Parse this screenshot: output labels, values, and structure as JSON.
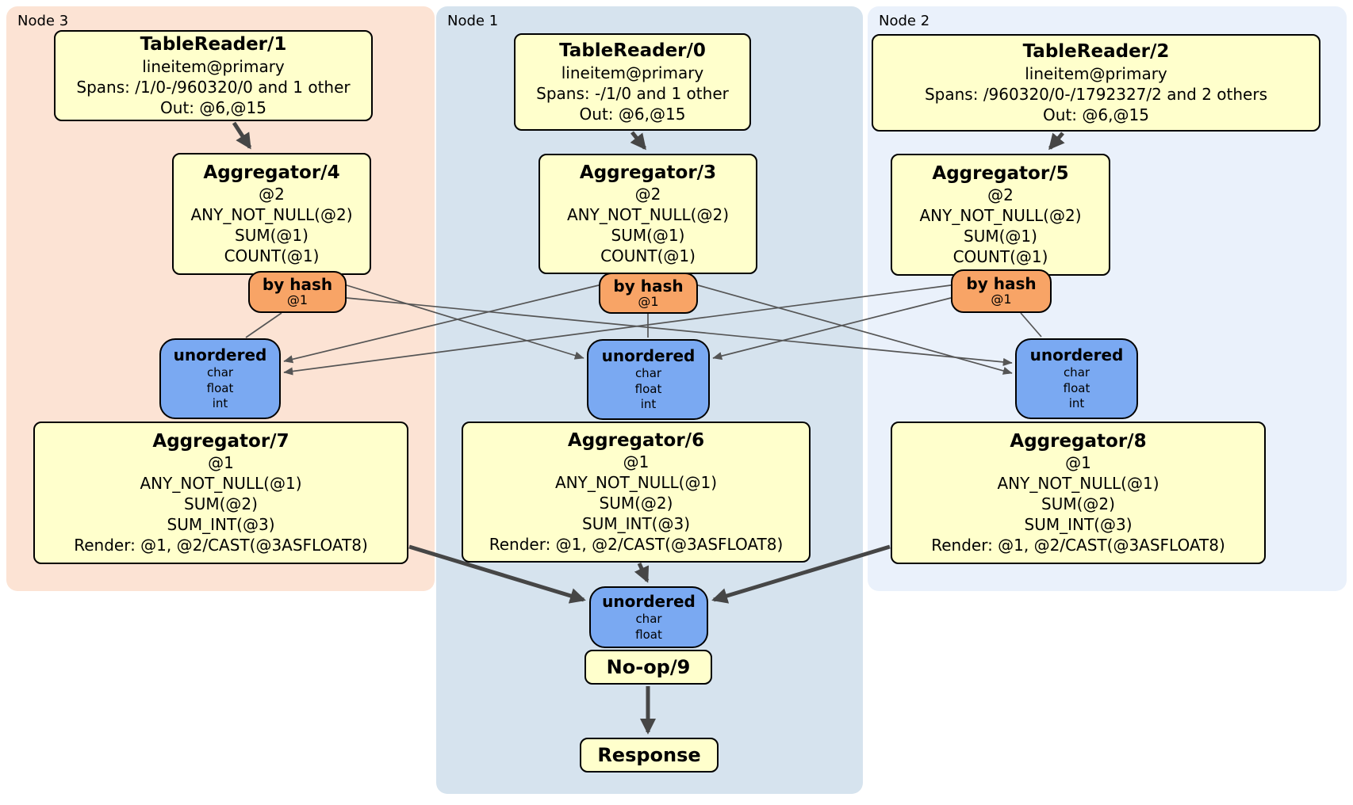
{
  "regions": {
    "node3": {
      "label": "Node 3"
    },
    "node1": {
      "label": "Node 1"
    },
    "node2": {
      "label": "Node 2"
    }
  },
  "boxes": {
    "tr1": {
      "title": "TableReader/1",
      "lines": [
        "lineitem@primary",
        "Spans: /1/0-/960320/0 and 1 other",
        "Out: @6,@15"
      ]
    },
    "agg4": {
      "title": "Aggregator/4",
      "lines": [
        "@2",
        "ANY_NOT_NULL(@2)",
        "SUM(@1)",
        "COUNT(@1)"
      ]
    },
    "byhash4": {
      "title": "by hash",
      "lines": [
        "@1"
      ]
    },
    "unord7": {
      "title": "unordered",
      "lines": [
        "char",
        "float",
        "int"
      ]
    },
    "agg7": {
      "title": "Aggregator/7",
      "lines": [
        "@1",
        "ANY_NOT_NULL(@1)",
        "SUM(@2)",
        "SUM_INT(@3)",
        "Render: @1, @2/CAST(@3ASFLOAT8)"
      ]
    },
    "tr0": {
      "title": "TableReader/0",
      "lines": [
        "lineitem@primary",
        "Spans: -/1/0 and 1 other",
        "Out: @6,@15"
      ]
    },
    "agg3": {
      "title": "Aggregator/3",
      "lines": [
        "@2",
        "ANY_NOT_NULL(@2)",
        "SUM(@1)",
        "COUNT(@1)"
      ]
    },
    "byhash3": {
      "title": "by hash",
      "lines": [
        "@1"
      ]
    },
    "unord6": {
      "title": "unordered",
      "lines": [
        "char",
        "float",
        "int"
      ]
    },
    "agg6": {
      "title": "Aggregator/6",
      "lines": [
        "@1",
        "ANY_NOT_NULL(@1)",
        "SUM(@2)",
        "SUM_INT(@3)",
        "Render: @1, @2/CAST(@3ASFLOAT8)"
      ]
    },
    "tr2": {
      "title": "TableReader/2",
      "lines": [
        "lineitem@primary",
        "Spans: /960320/0-/1792327/2 and 2 others",
        "Out: @6,@15"
      ]
    },
    "agg5": {
      "title": "Aggregator/5",
      "lines": [
        "@2",
        "ANY_NOT_NULL(@2)",
        "SUM(@1)",
        "COUNT(@1)"
      ]
    },
    "byhash5": {
      "title": "by hash",
      "lines": [
        "@1"
      ]
    },
    "unord8": {
      "title": "unordered",
      "lines": [
        "char",
        "float",
        "int"
      ]
    },
    "agg8": {
      "title": "Aggregator/8",
      "lines": [
        "@1",
        "ANY_NOT_NULL(@1)",
        "SUM(@2)",
        "SUM_INT(@3)",
        "Render: @1, @2/CAST(@3ASFLOAT8)"
      ]
    },
    "unordFinal": {
      "title": "unordered",
      "lines": [
        "char",
        "float"
      ]
    },
    "noop9": {
      "title": "No-op/9"
    },
    "response": {
      "title": "Response"
    }
  },
  "colors": {
    "processor_fill": "#ffffcc",
    "router_fill": "#f8a466",
    "sync_fill": "#7aa9f2",
    "region_node3": "#fce3d4",
    "region_node1": "#d6e3ee",
    "region_node2": "#eaf1fb",
    "edge": "#464646",
    "border": "#000000"
  }
}
